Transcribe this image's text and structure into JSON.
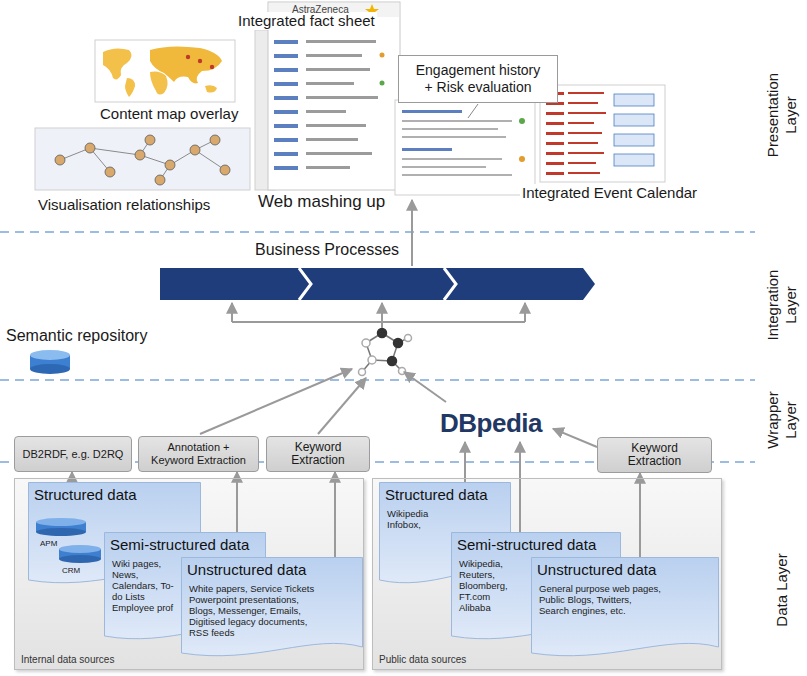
{
  "diagram": {
    "nodes": [
      {
        "text": [
          "Engagement history + Risk evaluation"
        ]
      },
      {
        "text": [
          "Business Processes"
        ]
      },
      {
        "text": [
          "Semantic repository"
        ]
      },
      {
        "text": [
          "DB2RDF, e.g. D2RQ"
        ]
      },
      {
        "text": [
          "Annotation + Keyword Extraction"
        ]
      },
      {
        "text": [
          "Keyword Extraction"
        ]
      },
      {
        "text": [
          "DBpedia"
        ]
      },
      {
        "text": [
          "Keyword Extraction"
        ]
      },
      {
        "text": [
          "Internal data sources"
        ]
      },
      {
        "text": [
          "Structured data"
        ],
        "in": 8
      },
      {
        "text": [
          "Semi-structured data",
          "Wiki pages, News, Calendars, To-do Lists Employee prof"
        ],
        "in": 8
      },
      {
        "text": [
          "Unstructured data",
          "White papers, Service Tickets Powerpoint presentations, Blogs, Messenger, Emails, Digitised legacy documents, RSS feeds"
        ],
        "in": 8
      },
      {
        "text": [
          "Public data sources"
        ]
      },
      {
        "text": [
          "Structured data",
          "Wikipedia Infobox,"
        ],
        "in": 12
      },
      {
        "text": [
          "Semi-structured data",
          "Wikipedia, Reuters, Bloomberg, FT.com Alibaba"
        ],
        "in": 12
      },
      {
        "text": [
          "Unstructured data",
          "General purpose web pages, Public Blogs, Twitters, Search engines, etc."
        ],
        "in": 12
      }
    ],
    "edges": [
      {
        "from": 9,
        "to": 3,
        "arrow": "to"
      },
      {
        "from": 10,
        "to": 4,
        "arrow": "to"
      },
      {
        "from": 11,
        "to": 5,
        "arrow": "to"
      },
      {
        "from": 13,
        "to": 6,
        "arrow": "to"
      },
      {
        "from": 14,
        "to": 6,
        "arrow": "to"
      },
      {
        "from": 15,
        "to": 7,
        "arrow": "to"
      },
      {
        "from": 7,
        "to": 6,
        "arrow": "to"
      }
    ],
    "labels": [
      "Integrated fact sheet",
      "Content map overlay",
      "Visualisation relationships",
      "Web mashing up",
      "Integrated Event Calendar",
      "AstraZeneca",
      "APM",
      "CRM",
      "Presentation Layer",
      "Integration Layer",
      "Wrapper Layer",
      "Data Layer"
    ]
  }
}
